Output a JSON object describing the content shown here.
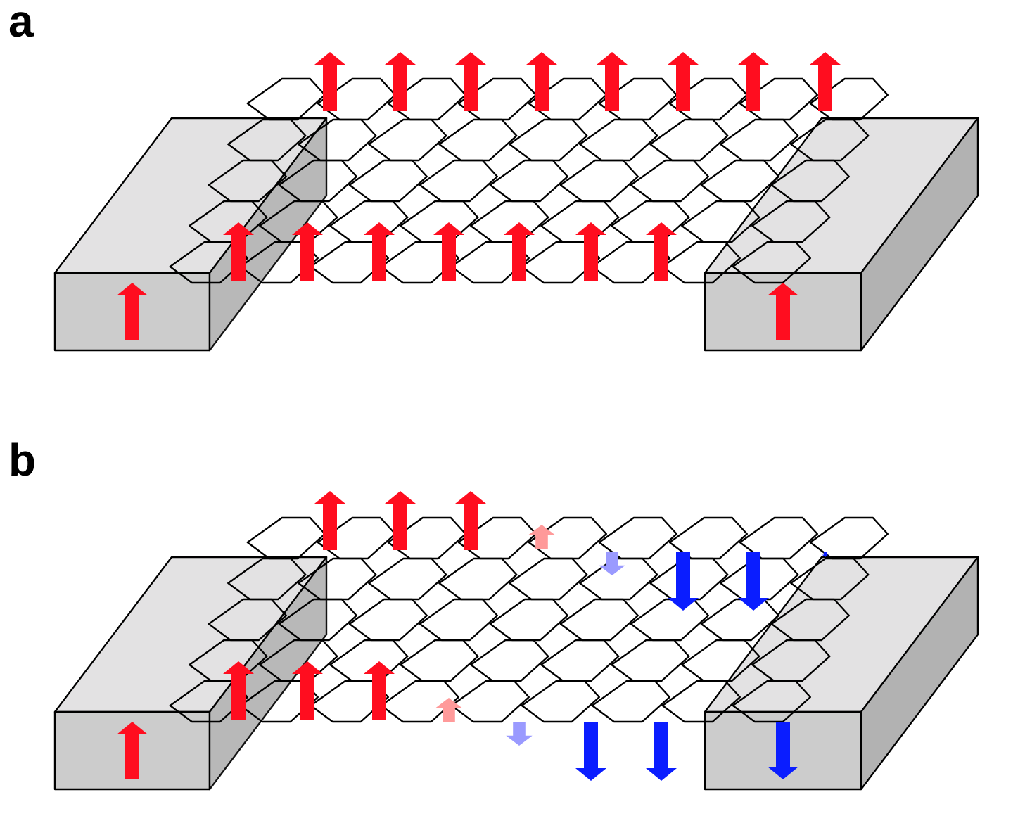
{
  "panels": [
    {
      "label": "a",
      "left_lead_spin": "up",
      "right_lead_spin": "up",
      "back_row_spins": [
        "up",
        "up",
        "up",
        "up",
        "up",
        "up",
        "up",
        "up"
      ],
      "front_row_spins": [
        "up",
        "up",
        "up",
        "up",
        "up",
        "up",
        "up"
      ]
    },
    {
      "label": "b",
      "left_lead_spin": "up",
      "right_lead_spin": "down",
      "back_row_spins": [
        "up",
        "up",
        "up",
        "up-faint",
        "down-faint",
        "down",
        "down",
        "down-partial"
      ],
      "front_row_spins": [
        "up",
        "up",
        "up",
        "up-faint",
        "down-faint",
        "down",
        "down"
      ]
    }
  ],
  "colors": {
    "spin_up": "#ff0d1f",
    "spin_up_faint": "#ff9a9a",
    "spin_down": "#0a1dff",
    "spin_down_faint": "#9a9aff",
    "lead_top": "#e3e2e3",
    "lead_front": "#cccccc",
    "lead_side": "#b2b2b2",
    "lattice": "#000000"
  }
}
